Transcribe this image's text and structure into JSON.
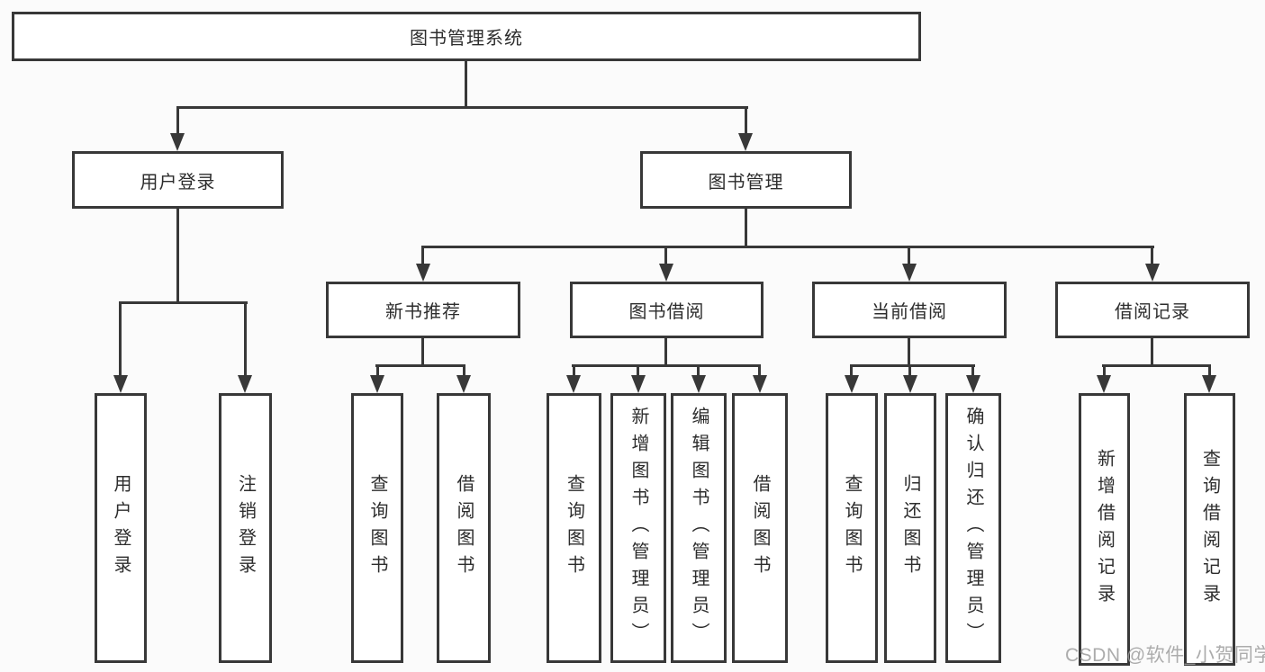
{
  "tree": {
    "label": "图书管理系统",
    "children": [
      {
        "label": "用户登录",
        "children": [
          {
            "label": "用户登录"
          },
          {
            "label": "注销登录"
          }
        ]
      },
      {
        "label": "图书管理",
        "children": [
          {
            "label": "新书推荐",
            "children": [
              {
                "label": "查询图书"
              },
              {
                "label": "借阅图书"
              }
            ]
          },
          {
            "label": "图书借阅",
            "children": [
              {
                "label": "查询图书"
              },
              {
                "label": "新增图书（管理员）"
              },
              {
                "label": "编辑图书（管理员）"
              },
              {
                "label": "借阅图书"
              }
            ]
          },
          {
            "label": "当前借阅",
            "children": [
              {
                "label": "查询图书"
              },
              {
                "label": "归还图书"
              },
              {
                "label": "确认归还（管理员）"
              }
            ]
          },
          {
            "label": "借阅记录",
            "children": [
              {
                "label": "新增借阅记录"
              },
              {
                "label": "查询借阅记录"
              }
            ]
          }
        ]
      }
    ]
  },
  "watermark": {
    "text": "CSDN @软件_小贺同学"
  },
  "colors": {
    "line": "#383838",
    "box_border": "#383838",
    "box_fill": "#ffffff",
    "text": "#2d2d2d",
    "background": "#fbfbfb",
    "watermark": "#9e9e9e"
  }
}
